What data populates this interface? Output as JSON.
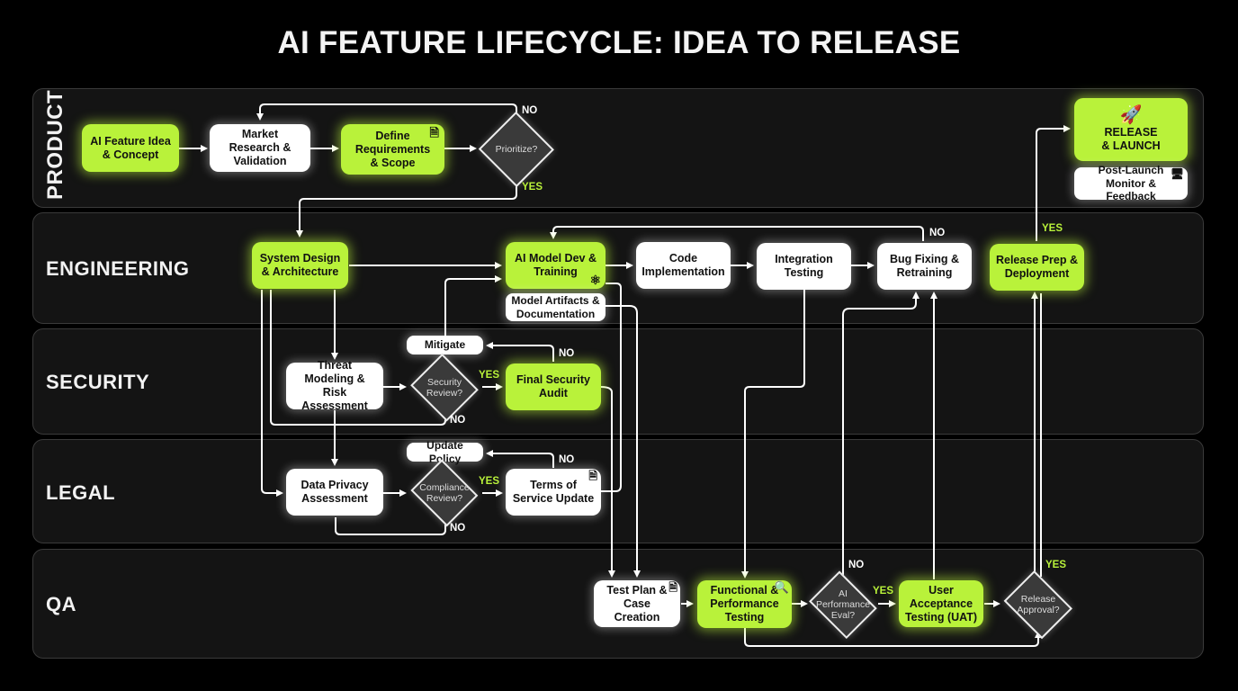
{
  "title": "AI FEATURE LIFECYCLE: IDEA TO RELEASE",
  "colors": {
    "accent": "#b9f23a",
    "background": "#000000",
    "lane": "#141414",
    "node_white": "#ffffff",
    "decision": "#3a3a3a"
  },
  "lanes": [
    {
      "label": "PRODUCT"
    },
    {
      "label": "ENGINEERING"
    },
    {
      "label": "SECURITY"
    },
    {
      "label": "LEGAL"
    },
    {
      "label": "QA"
    }
  ],
  "nodes": {
    "idea": "AI Feature Idea & Concept",
    "market": "Market Research & Validation",
    "requirements": "Define Requirements & Scope",
    "prioritize": "Prioritize?",
    "release_launch": "RELEASE & LAUNCH",
    "post_launch": "Post-Launch Monitor & Feedback",
    "system_design": "System Design & Architecture",
    "model_dev": "AI Model Dev & Training",
    "artifacts": "Model Artifacts & Documentation",
    "code": "Code Implementation",
    "integration": "Integration Testing",
    "bugfix": "Bug Fixing & Retraining",
    "release_prep": "Release Prep & Deployment",
    "mitigate": "Mitigate",
    "threat": "Threat Modeling & Risk Assessment",
    "security_review": "Security Review?",
    "security_audit": "Final Security Audit",
    "update_policy": "Update Policy",
    "privacy": "Data Privacy Assessment",
    "compliance": "Compliance Review?",
    "tos": "Terms of Service Update",
    "test_plan": "Test Plan & Case Creation",
    "functional": "Functional & Performance Testing",
    "ai_eval": "AI Performance Eval?",
    "uat": "User Acceptance Testing (UAT)",
    "release_approval": "Release Approval?"
  },
  "edge_labels": {
    "yes": "YES",
    "no": "NO"
  },
  "icons": {
    "document": "document-icon",
    "rocket": "rocket-icon",
    "monitor": "monitor-chart-icon",
    "brain": "brain-icon",
    "search": "magnifier-icon"
  }
}
